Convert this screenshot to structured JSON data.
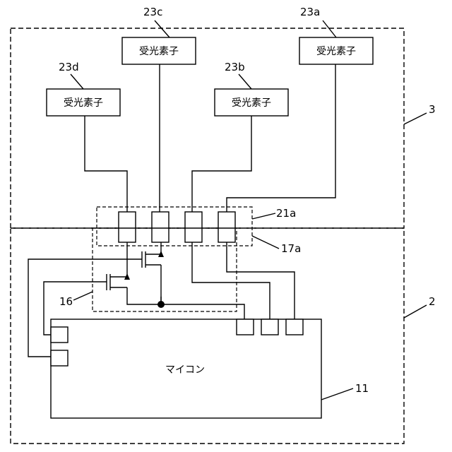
{
  "elements": {
    "sensor_23a": {
      "label": "受光素子",
      "ref": "23a"
    },
    "sensor_23b": {
      "label": "受光素子",
      "ref": "23b"
    },
    "sensor_23c": {
      "label": "受光素子",
      "ref": "23c"
    },
    "sensor_23d": {
      "label": "受光素子",
      "ref": "23d"
    },
    "microcontroller": {
      "label": "マイコン",
      "ref": "11"
    },
    "upper_unit": {
      "ref": "3"
    },
    "lower_unit": {
      "ref": "2"
    },
    "connector_upper": {
      "ref": "21a"
    },
    "connector_lower": {
      "ref": "17a"
    },
    "switch_circuit": {
      "ref": "16"
    }
  }
}
